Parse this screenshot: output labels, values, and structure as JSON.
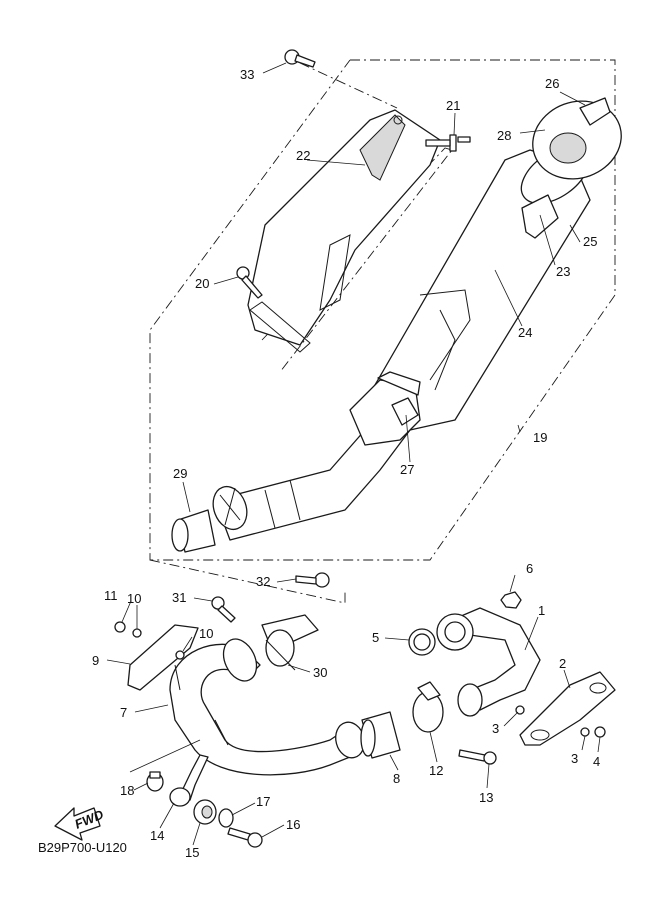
{
  "diagram_code": "B29P700-U120",
  "fwd_label": "FWD",
  "callouts": {
    "c1": "1",
    "c2": "2",
    "c3a": "3",
    "c3b": "3",
    "c4": "4",
    "c5": "5",
    "c6": "6",
    "c7": "7",
    "c8": "8",
    "c9": "9",
    "c10a": "10",
    "c10b": "10",
    "c11": "11",
    "c12": "12",
    "c13": "13",
    "c14": "14",
    "c15": "15",
    "c16": "16",
    "c17": "17",
    "c18": "18",
    "c19": "19",
    "c20": "20",
    "c21": "21",
    "c22": "22",
    "c23": "23",
    "c24": "24",
    "c25": "25",
    "c26": "26",
    "c27": "27",
    "c28": "28",
    "c29": "29",
    "c30": "30",
    "c31": "31",
    "c32": "32",
    "c33": "33"
  }
}
